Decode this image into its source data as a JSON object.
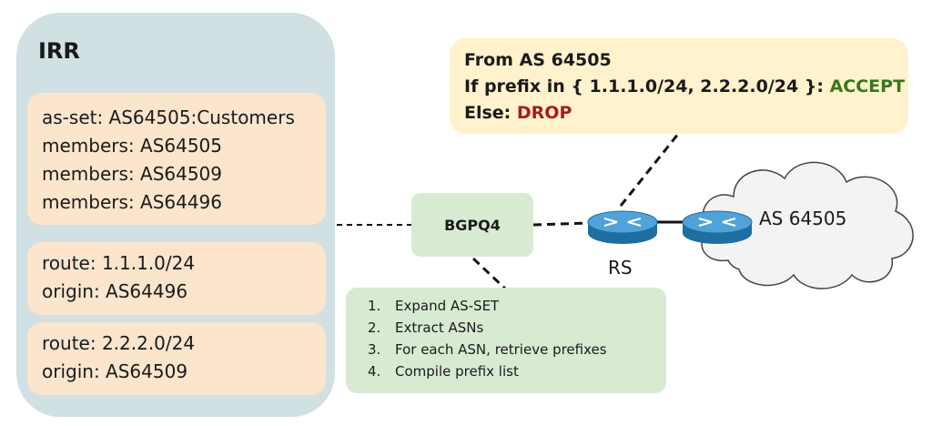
{
  "irr": {
    "title": "IRR",
    "as_set_block": {
      "lines": [
        "as-set: AS64505:Customers",
        "members: AS64505",
        "members: AS64509",
        "members: AS64496"
      ]
    },
    "route_blocks": [
      {
        "lines": [
          "route: 1.1.1.0/24",
          "origin: AS64496"
        ]
      },
      {
        "lines": [
          "route: 2.2.2.0/24",
          "origin: AS64509"
        ]
      }
    ]
  },
  "policy": {
    "line1": "From AS 64505",
    "line2_prefix": "If prefix in { 1.1.1.0/24, 2.2.2.0/24 }: ",
    "line2_action": "ACCEPT",
    "line3_prefix": "Else: ",
    "line3_action": "DROP",
    "colors": {
      "accept": "#38761d",
      "drop": "#a61c1c"
    }
  },
  "bgpq4": {
    "label": "BGPQ4"
  },
  "steps": [
    {
      "num": "1.",
      "text": "Expand AS-SET"
    },
    {
      "num": "2.",
      "text": "Extract ASNs"
    },
    {
      "num": "3.",
      "text": "For each ASN, retrieve prefixes"
    },
    {
      "num": "4.",
      "text": "Compile prefix list"
    }
  ],
  "routers": {
    "rs_label": "RS",
    "peer_label": "AS 64505",
    "icon": "router-icon"
  }
}
